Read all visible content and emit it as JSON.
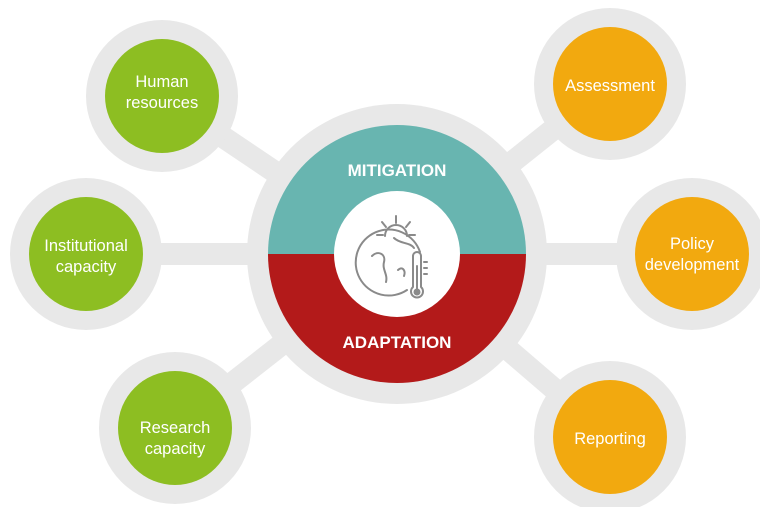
{
  "center": {
    "top_label": "MITIGATION",
    "bottom_label": "ADAPTATION",
    "icon": "globe-thermometer-sun-icon",
    "top_color": "#68B5B0",
    "bottom_color": "#B31A1A"
  },
  "left_nodes": [
    {
      "line1": "Human",
      "line2": "resources",
      "color": "#8DBE22"
    },
    {
      "line1": "Institutional",
      "line2": "capacity",
      "color": "#8DBE22"
    },
    {
      "line1": "Research",
      "line2": "capacity",
      "color": "#8DBE22"
    }
  ],
  "right_nodes": [
    {
      "line1": "Assessment",
      "line2": "",
      "color": "#F2A90F"
    },
    {
      "line1": "Policy",
      "line2": "development",
      "color": "#F2A90F"
    },
    {
      "line1": "Reporting",
      "line2": "",
      "color": "#F2A90F"
    }
  ],
  "ring_color": "#E8E8E8"
}
